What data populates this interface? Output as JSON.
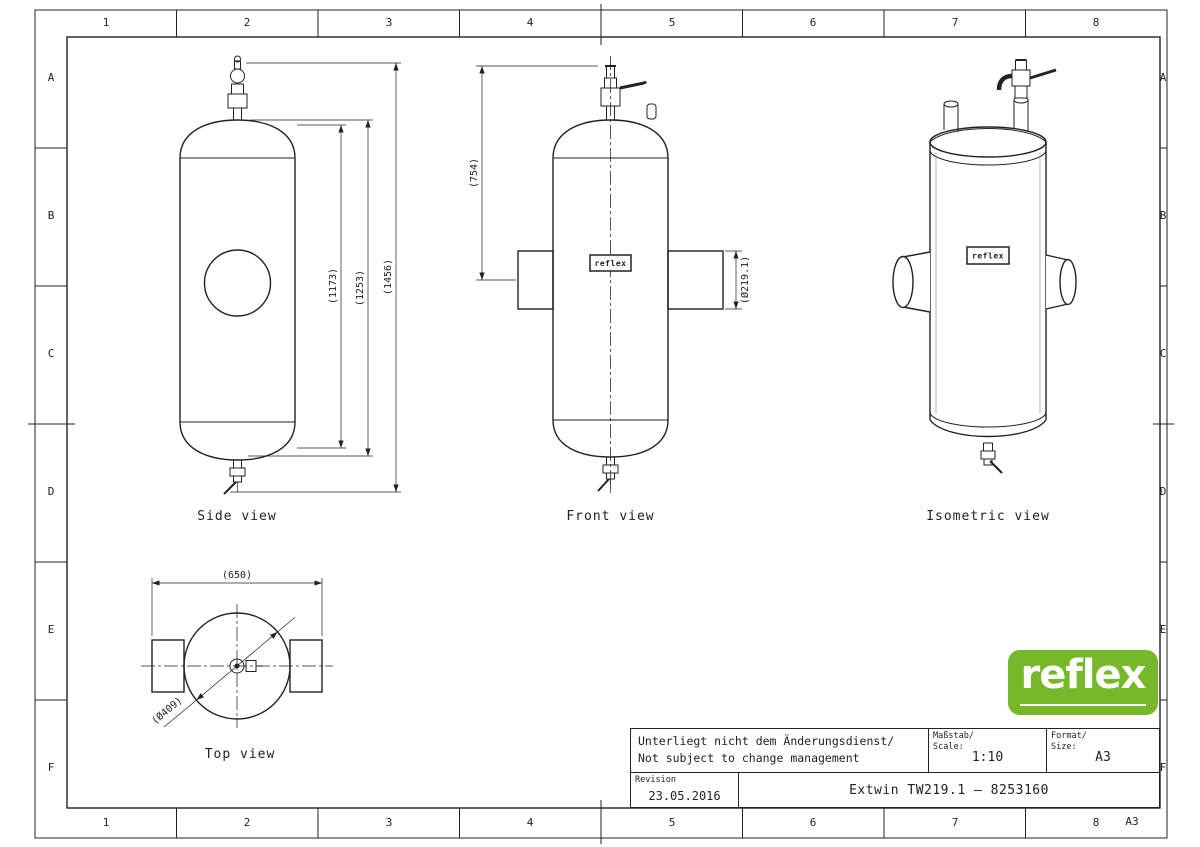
{
  "sheet": {
    "format_corner": "A3",
    "grid_cols": [
      "1",
      "2",
      "3",
      "4",
      "5",
      "6",
      "7",
      "8"
    ],
    "grid_rows": [
      "A",
      "B",
      "C",
      "D",
      "E",
      "F"
    ]
  },
  "views": {
    "side": {
      "label": "Side view",
      "dim_1173": "(1173)",
      "dim_1253": "(1253)",
      "dim_1456": "(1456)"
    },
    "front": {
      "label": "Front view",
      "dim_754": "(754)",
      "dim_d219": "(Ø219.1)",
      "nameplate": "reflex"
    },
    "iso": {
      "label": "Isometric view",
      "nameplate": "reflex"
    },
    "top": {
      "label": "Top view",
      "dim_650": "(650)",
      "dim_d409": "(Ø409)"
    }
  },
  "logo": {
    "text": "reflex",
    "green": "#76b82a"
  },
  "titleblock": {
    "note_line1": "Unterliegt nicht dem Änderungsdienst/",
    "note_line2": "Not subject to change management",
    "scale_label_de": "Maßstab/",
    "scale_label_en": "Scale:",
    "scale_value": "1:10",
    "format_label_de": "Format/",
    "format_label_en": "Size:",
    "format_value": "A3",
    "revision_label": "Revision",
    "revision_date": "23.05.2016",
    "drawing_title": "Extwin TW219.1 – 8253160"
  }
}
